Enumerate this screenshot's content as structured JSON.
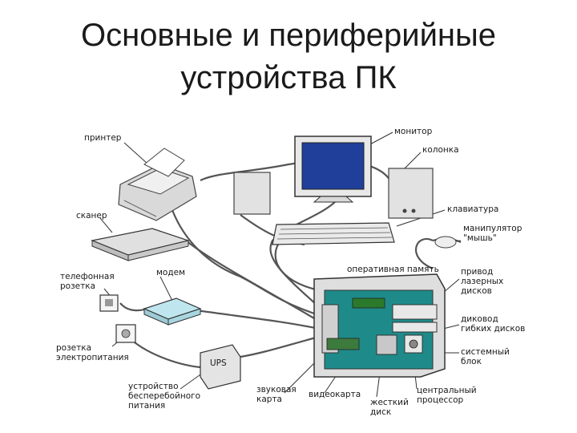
{
  "title": {
    "line1": "Основные и периферийные",
    "line2": "устройства ПК"
  },
  "diagram": {
    "labels": {
      "printer": "принтер",
      "monitor": "монитор",
      "speaker": "колонка",
      "keyboard": "клавиатура",
      "mouse_1": "манипулятор",
      "mouse_2": "\"мышь\"",
      "scanner": "сканер",
      "phone_jack_1": "телефонная",
      "phone_jack_2": "розетка",
      "modem": "модем",
      "ram": "оперативная память",
      "cd_1": "привод",
      "cd_2": "лазерных",
      "cd_3": "дисков",
      "floppy_1": "диковод",
      "floppy_2": "гибких дисков",
      "power_outlet_1": "розетка",
      "power_outlet_2": "электропитания",
      "system_unit_1": "системный",
      "system_unit_2": "блок",
      "ups_1": "устройство",
      "ups_2": "бесперебойного",
      "ups_3": "питания",
      "ups_badge": "UPS",
      "sound_card_1": "звуковая",
      "sound_card_2": "карта",
      "video_card": "видеокарта",
      "hdd_1": "жесткий",
      "hdd_2": "диск",
      "cpu_1": "центральный",
      "cpu_2": "процессор"
    }
  }
}
